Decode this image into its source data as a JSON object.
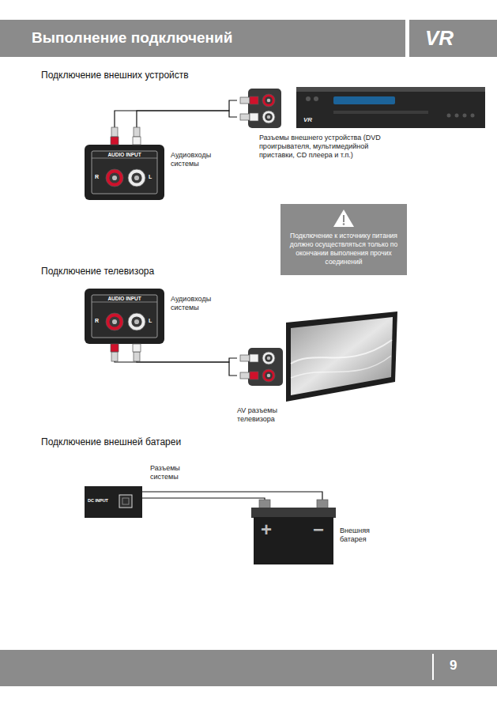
{
  "diagram": {
    "title": "Выполнение подключений",
    "nodes": [
      {
        "text": [
          "VR",
          "Разъемы внешнего устройства (DVD проигрывателя, мультимедийной приставки, CD плеера и т.п.)"
        ]
      },
      {
        "text": [
          "AUDIO INPUT",
          "R",
          "L",
          "Аудиовходы системы"
        ]
      },
      {
        "text": [
          "Подключение к источнику питания должно осуществляться только по окончании выполнения прочих соединений"
        ]
      },
      {
        "text": [
          "AUDIO INPUT",
          "R",
          "L",
          "Аудиовходы системы"
        ]
      },
      {
        "text": [
          "AV разъемы телевизора"
        ]
      },
      {
        "text": [
          "DC INPUT",
          "Разъемы системы"
        ]
      },
      {
        "text": [
          "+",
          "−",
          "Внешняя батарея"
        ]
      }
    ],
    "edges": [
      {
        "from": 1,
        "to": 0,
        "arrow": "none"
      },
      {
        "from": 1,
        "to": 0,
        "arrow": "none"
      },
      {
        "from": 3,
        "to": 4,
        "arrow": "none"
      },
      {
        "from": 3,
        "to": 4,
        "arrow": "none"
      },
      {
        "from": 5,
        "to": 6,
        "arrow": "none"
      },
      {
        "from": 5,
        "to": 6,
        "arrow": "none"
      }
    ],
    "labels": [
      "VR",
      "Подключение внешних устройств",
      "Подключение телевизора",
      "Подключение внешней батареи",
      "9"
    ]
  }
}
